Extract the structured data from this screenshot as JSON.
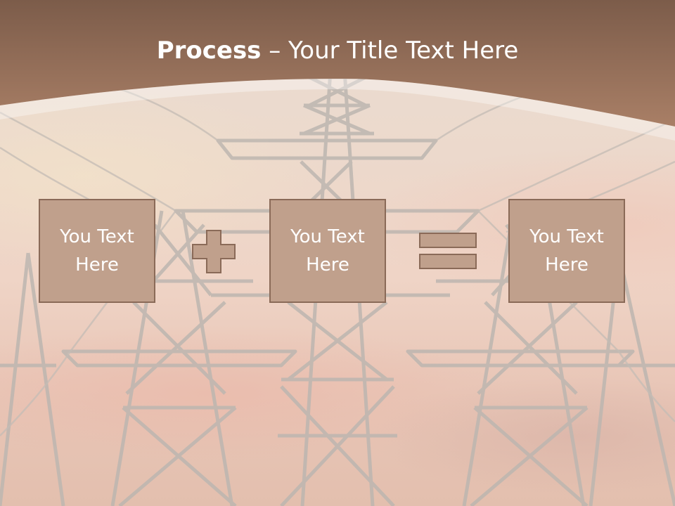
{
  "title": {
    "bold": "Process",
    "rest": " – Your Title Text Here"
  },
  "boxes": [
    {
      "line1": "You Text",
      "line2": "Here"
    },
    {
      "line1": "You Text",
      "line2": "Here"
    },
    {
      "line1": "You Text",
      "line2": "Here"
    }
  ],
  "operators": [
    "plus-icon",
    "equals-icon"
  ],
  "colors": {
    "header": "#9a6f58",
    "box_fill": "#c0a08c",
    "box_border": "#8a6a58",
    "operator_fill": "#c0a08c",
    "operator_border": "#8a6a58",
    "text": "#ffffff"
  }
}
